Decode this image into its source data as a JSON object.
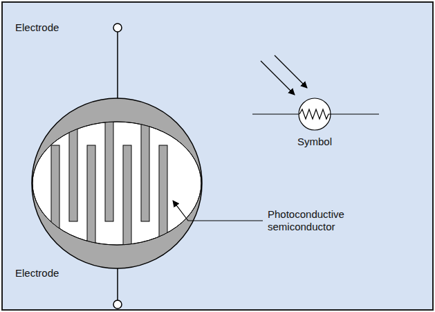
{
  "diagram": {
    "labels": [
      "Electrode",
      "Symbol",
      "Photoconductive semiconductor",
      "Electrode"
    ]
  }
}
